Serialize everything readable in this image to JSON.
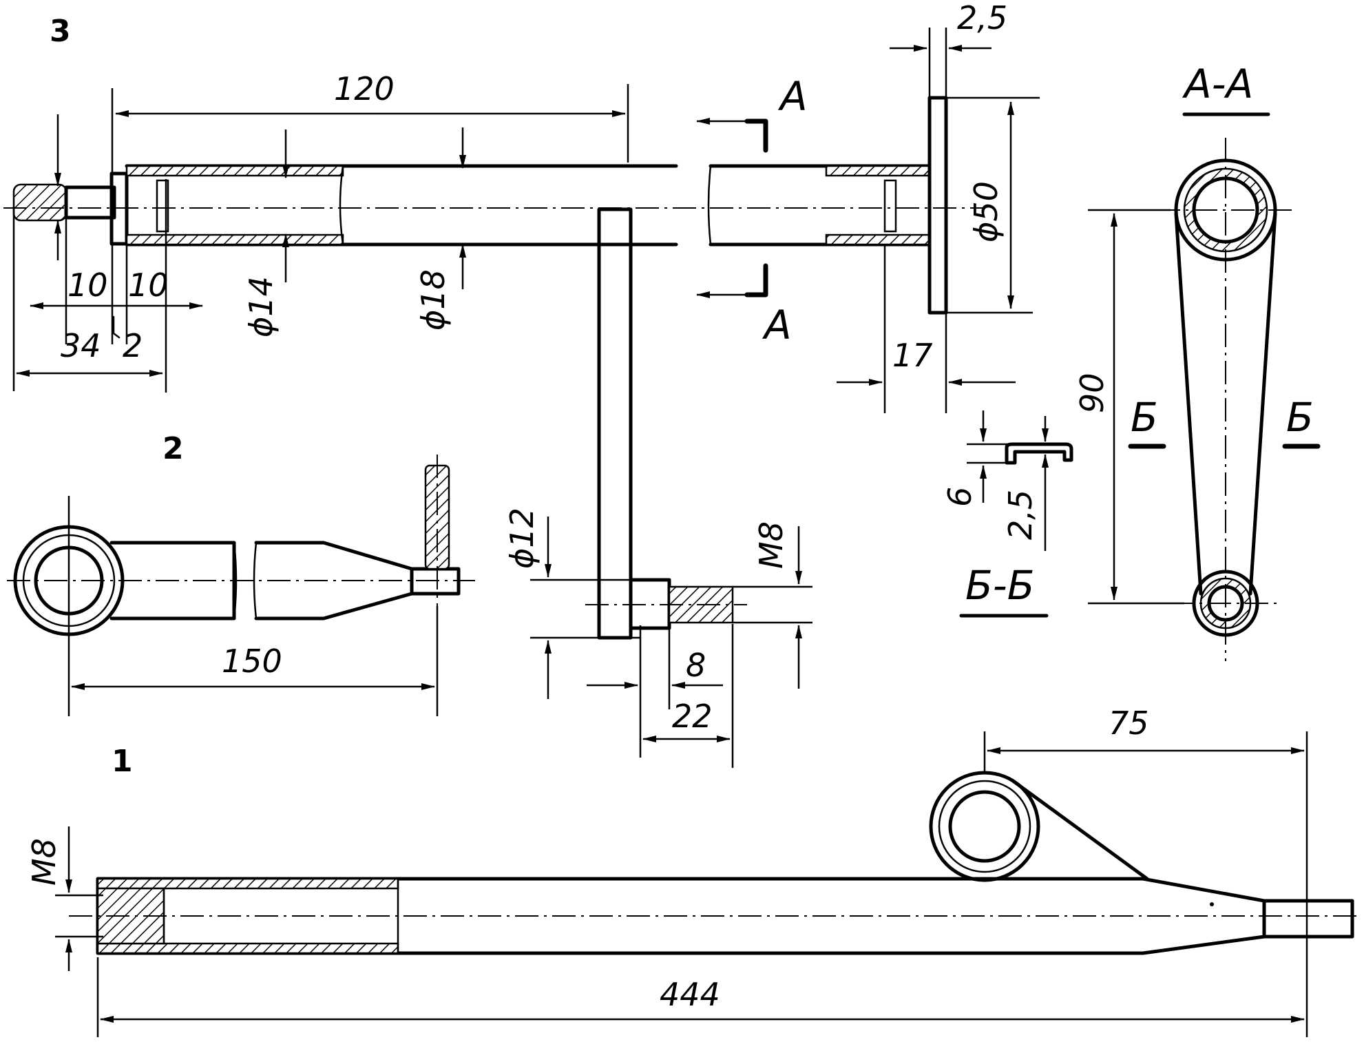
{
  "figure": {
    "part_numbers": {
      "p1": "1",
      "p2": "2",
      "p3": "3"
    },
    "dimensions": {
      "shaft_length": "120",
      "flange_thickness": "2,5",
      "end_left_10": "10",
      "end_right_10": "10",
      "end_34": "34",
      "end_2": "2",
      "dia_14": "ϕ14",
      "dia_18": "ϕ18",
      "dia_50": "ϕ50",
      "flange_17": "17",
      "lever_150": "150",
      "crank_dia_12": "ϕ12",
      "crank_thread": "M8",
      "crank_8": "8",
      "crank_22": "22",
      "profile_6": "6",
      "profile_2_5": "2,5",
      "section_90": "90",
      "bar_75": "75",
      "bar_444": "444",
      "bar_thread": "M8"
    },
    "sections": {
      "cut_a_top": "A",
      "cut_a_bottom": "A",
      "section_aa": "A-A",
      "section_bb": "Б-Б",
      "cut_b_left": "Б",
      "cut_b_right": "Б"
    }
  }
}
